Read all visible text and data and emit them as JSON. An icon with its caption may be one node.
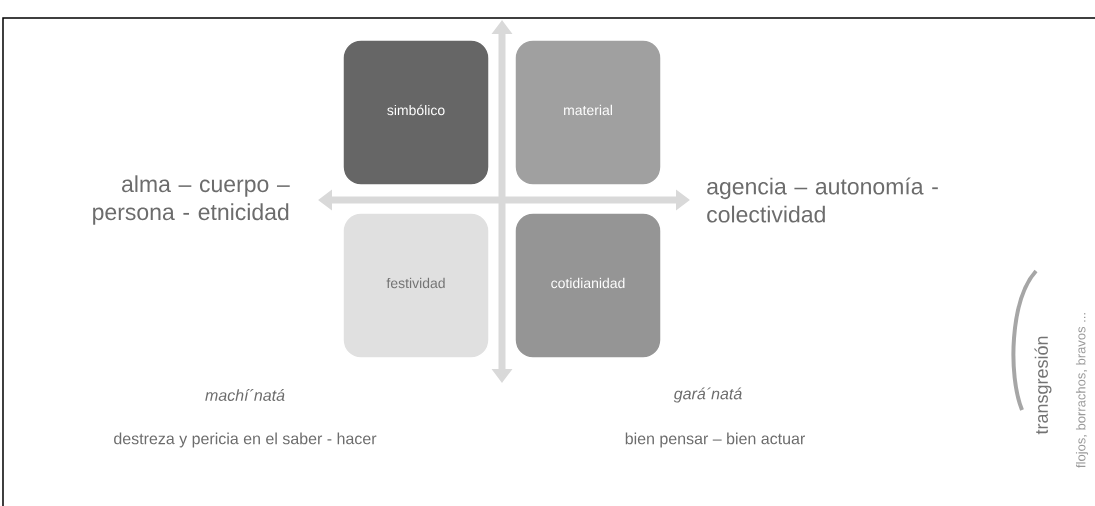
{
  "diagram": {
    "nodes": [
      {
        "text": [
          "simbólico"
        ]
      },
      {
        "text": [
          "material"
        ]
      },
      {
        "text": [
          "festividad"
        ]
      },
      {
        "text": [
          "cotidianidad"
        ]
      }
    ],
    "labels": [
      "alma – cuerpo – persona - etnicidad",
      "agencia – autonomía - colectividad",
      "machí´natá",
      "gará´natá",
      "destreza y pericia en el saber - hacer",
      "bien pensar – bien actuar",
      "transgresión",
      "flojos, borrachos, bravos ..."
    ]
  }
}
